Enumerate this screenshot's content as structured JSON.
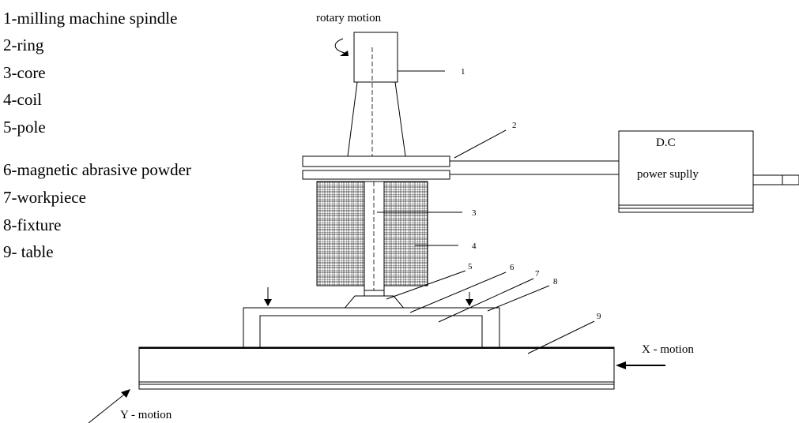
{
  "legend": [
    "1-milling machine spindle",
    "2-ring",
    "3-core",
    "4-coil",
    "5-pole",
    "6-magnetic abrasive powder",
    "7-workpiece",
    "8-fixture",
    "9- table"
  ],
  "labels": {
    "rotary": "rotary motion",
    "dc": "D.C",
    "power": "power suplly",
    "x_motion": "X - motion",
    "y_motion": "Y - motion"
  },
  "part_numbers": [
    "1",
    "2",
    "3",
    "4",
    "5",
    "6",
    "7",
    "8",
    "9"
  ]
}
